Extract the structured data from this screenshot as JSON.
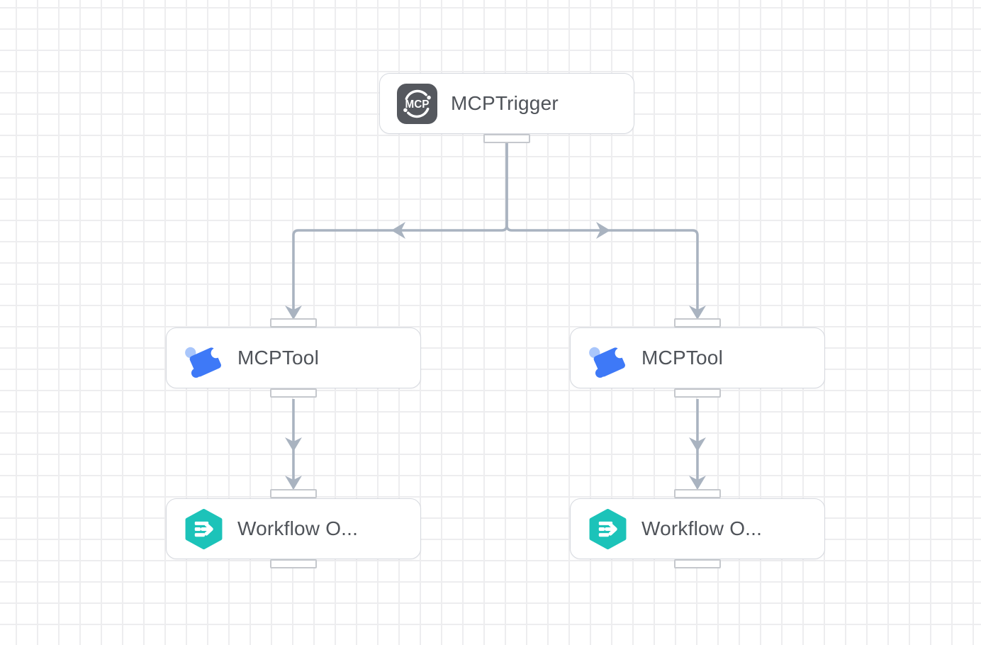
{
  "canvas": {
    "background_color": "#ffffff",
    "grid_color": "#ededef"
  },
  "colors": {
    "edge": "#a9b3c0",
    "node_border": "#d6d9df",
    "node_background": "#ffffff",
    "node_text": "#4f5359",
    "handle_border": "#c5c8cd",
    "mcp_icon_bg": "#55585e",
    "puzzle_blue": "#3e79f7",
    "puzzle_light_blue": "#a9c6fb",
    "workflow_teal": "#1cc3b9"
  },
  "nodes": [
    {
      "id": "mcptrigger",
      "label": "MCPTrigger",
      "icon": "mcp-icon",
      "icon_text": "MCP"
    },
    {
      "id": "mcptool-left",
      "label": "MCPTool",
      "icon": "puzzle-icon"
    },
    {
      "id": "mcptool-right",
      "label": "MCPTool",
      "icon": "puzzle-icon"
    },
    {
      "id": "workflow-left",
      "label": "Workflow O...",
      "icon": "workflow-icon"
    },
    {
      "id": "workflow-right",
      "label": "Workflow O...",
      "icon": "workflow-icon"
    }
  ],
  "edges": [
    {
      "from": "mcptrigger",
      "to": "mcptool-left"
    },
    {
      "from": "mcptrigger",
      "to": "mcptool-right"
    },
    {
      "from": "mcptool-left",
      "to": "workflow-left"
    },
    {
      "from": "mcptool-right",
      "to": "workflow-right"
    }
  ]
}
